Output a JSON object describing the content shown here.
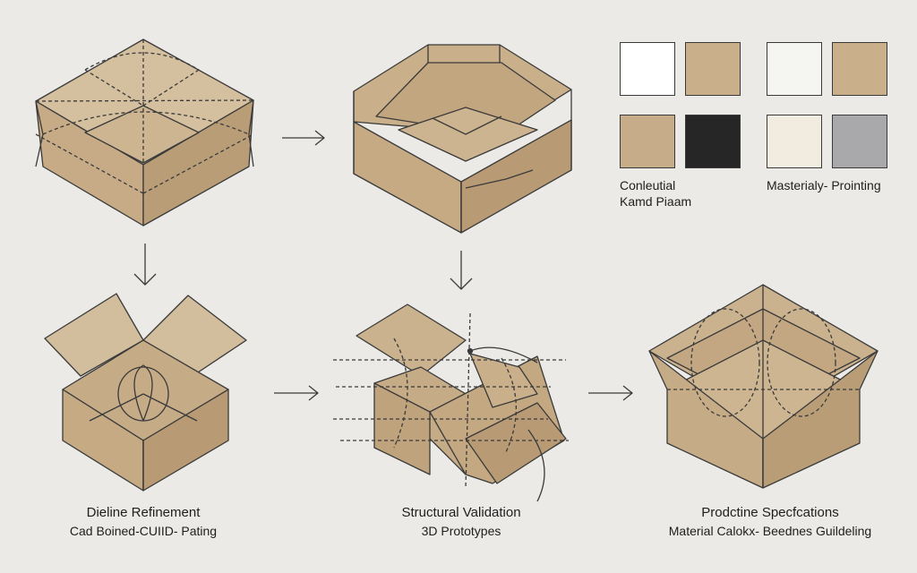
{
  "colors": {
    "background": "#ebeae6",
    "kraft": "#c8ae8a",
    "kraft_light": "#d2bd9c",
    "kraft_dark": "#b89b75",
    "stroke": "#3a3a3a"
  },
  "swatches": [
    {
      "name": "white",
      "color": "#ffffff"
    },
    {
      "name": "kraft",
      "color": "#c9b08b"
    },
    {
      "name": "off-white",
      "color": "#f5f5f2"
    },
    {
      "name": "kraft-2",
      "color": "#c9b08b"
    },
    {
      "name": "kraft-3",
      "color": "#c6ac88"
    },
    {
      "name": "black",
      "color": "#262626"
    },
    {
      "name": "cream",
      "color": "#f1ecdf"
    },
    {
      "name": "grey",
      "color": "#a9a9ab"
    }
  ],
  "palette_labels": {
    "left_line1": "Conleutial",
    "left_line2": "Kamd Piaam",
    "right": "Masterialy- Prointing"
  },
  "steps": [
    {
      "title": "Dieline Refinement",
      "subtitle": "Cad Boined-CUIID- Pating"
    },
    {
      "title": "Structural Validation",
      "subtitle": "3D Prototypes"
    },
    {
      "title": "Prodctine Specfcations",
      "subtitle": "Material Calokx- Beednes Guildeling"
    }
  ]
}
